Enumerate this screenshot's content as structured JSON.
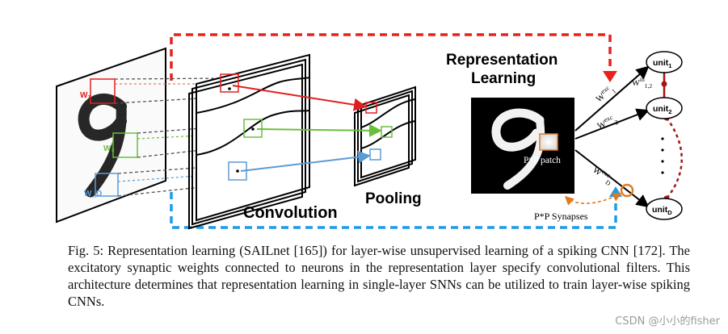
{
  "figure": {
    "labels": {
      "convolution": "Convolution",
      "pooling": "Pooling",
      "representation_line1": "Representation",
      "representation_line2": "Learning",
      "patch": "P*P patch",
      "synapses": "P*P Synapses",
      "w1": "W₁",
      "w2": "W₂",
      "wd": "W_D"
    },
    "units": [
      {
        "base": "unit",
        "sub": "1"
      },
      {
        "base": "unit",
        "sub": "2"
      },
      {
        "base": "unit",
        "sub": "D"
      }
    ],
    "weights": {
      "exc1": {
        "base": "W",
        "sup": "exc",
        "sub": "1"
      },
      "exc2": {
        "base": "W",
        "sup": "exc",
        "sub": "2"
      },
      "excD": {
        "base": "W",
        "sup": "exc",
        "sub": "D"
      },
      "inh12": {
        "base": "W",
        "sup": "ih",
        "sub": "1,2"
      }
    },
    "colors": {
      "red": "#e02020",
      "green": "#6abf3a",
      "blue": "#5b9bd5",
      "dark_red": "#a31515",
      "orange": "#e07b20",
      "cyan_dash": "#1e9be8",
      "red_dash": "#e8211c"
    }
  },
  "caption": {
    "text": "Fig. 5: Representation learning (SAILnet [165]) for layer-wise unsupervised learning of a spiking CNN [172]. The excitatory synaptic weights connected to neurons in the representation layer specify convolutional filters. This architecture determines that representation learning in single-layer SNNs can be utilized to train layer-wise spiking CNNs."
  },
  "watermark": "CSDN @小小的fisher"
}
